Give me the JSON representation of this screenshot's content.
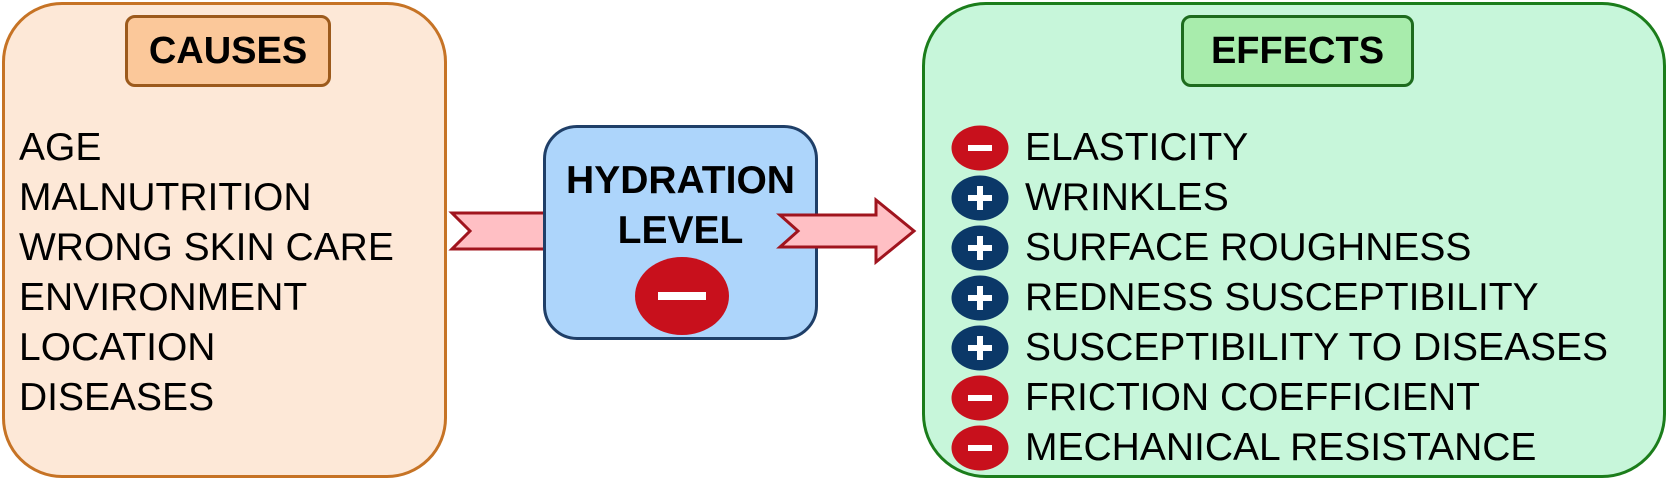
{
  "colors": {
    "causes_fill": "#fde8d7",
    "causes_border": "#c67325",
    "causes_title_fill": "#fbc89a",
    "effects_fill": "#c7f6da",
    "effects_border": "#1b7d1b",
    "effects_title_fill": "#a8ecac",
    "hydration_fill": "#add5fb",
    "hydration_border": "#1f3f68",
    "arrow_fill": "#ffbfc4",
    "arrow_stroke": "#a0141e",
    "minus_sign": "#c8101c",
    "plus_sign": "#0b3868"
  },
  "causes": {
    "title": "CAUSES",
    "items": [
      "AGE",
      "MALNUTRITION",
      "WRONG SKIN CARE",
      "ENVIRONMENT",
      "LOCATION",
      "DISEASES"
    ]
  },
  "hydration": {
    "line1": "HYDRATION",
    "line2": "LEVEL",
    "sign": "minus-icon"
  },
  "effects": {
    "title": "EFFECTS",
    "items": [
      {
        "label": "ELASTICITY",
        "sign": "minus-icon"
      },
      {
        "label": "WRINKLES",
        "sign": "plus-icon"
      },
      {
        "label": "SURFACE ROUGHNESS",
        "sign": "plus-icon"
      },
      {
        "label": "REDNESS SUSCEPTIBILITY",
        "sign": "plus-icon"
      },
      {
        "label": "SUSCEPTIBILITY TO DISEASES",
        "sign": "plus-icon"
      },
      {
        "label": "FRICTION COEFFICIENT",
        "sign": "minus-icon"
      },
      {
        "label": "MECHANICAL RESISTANCE",
        "sign": "minus-icon"
      }
    ]
  }
}
